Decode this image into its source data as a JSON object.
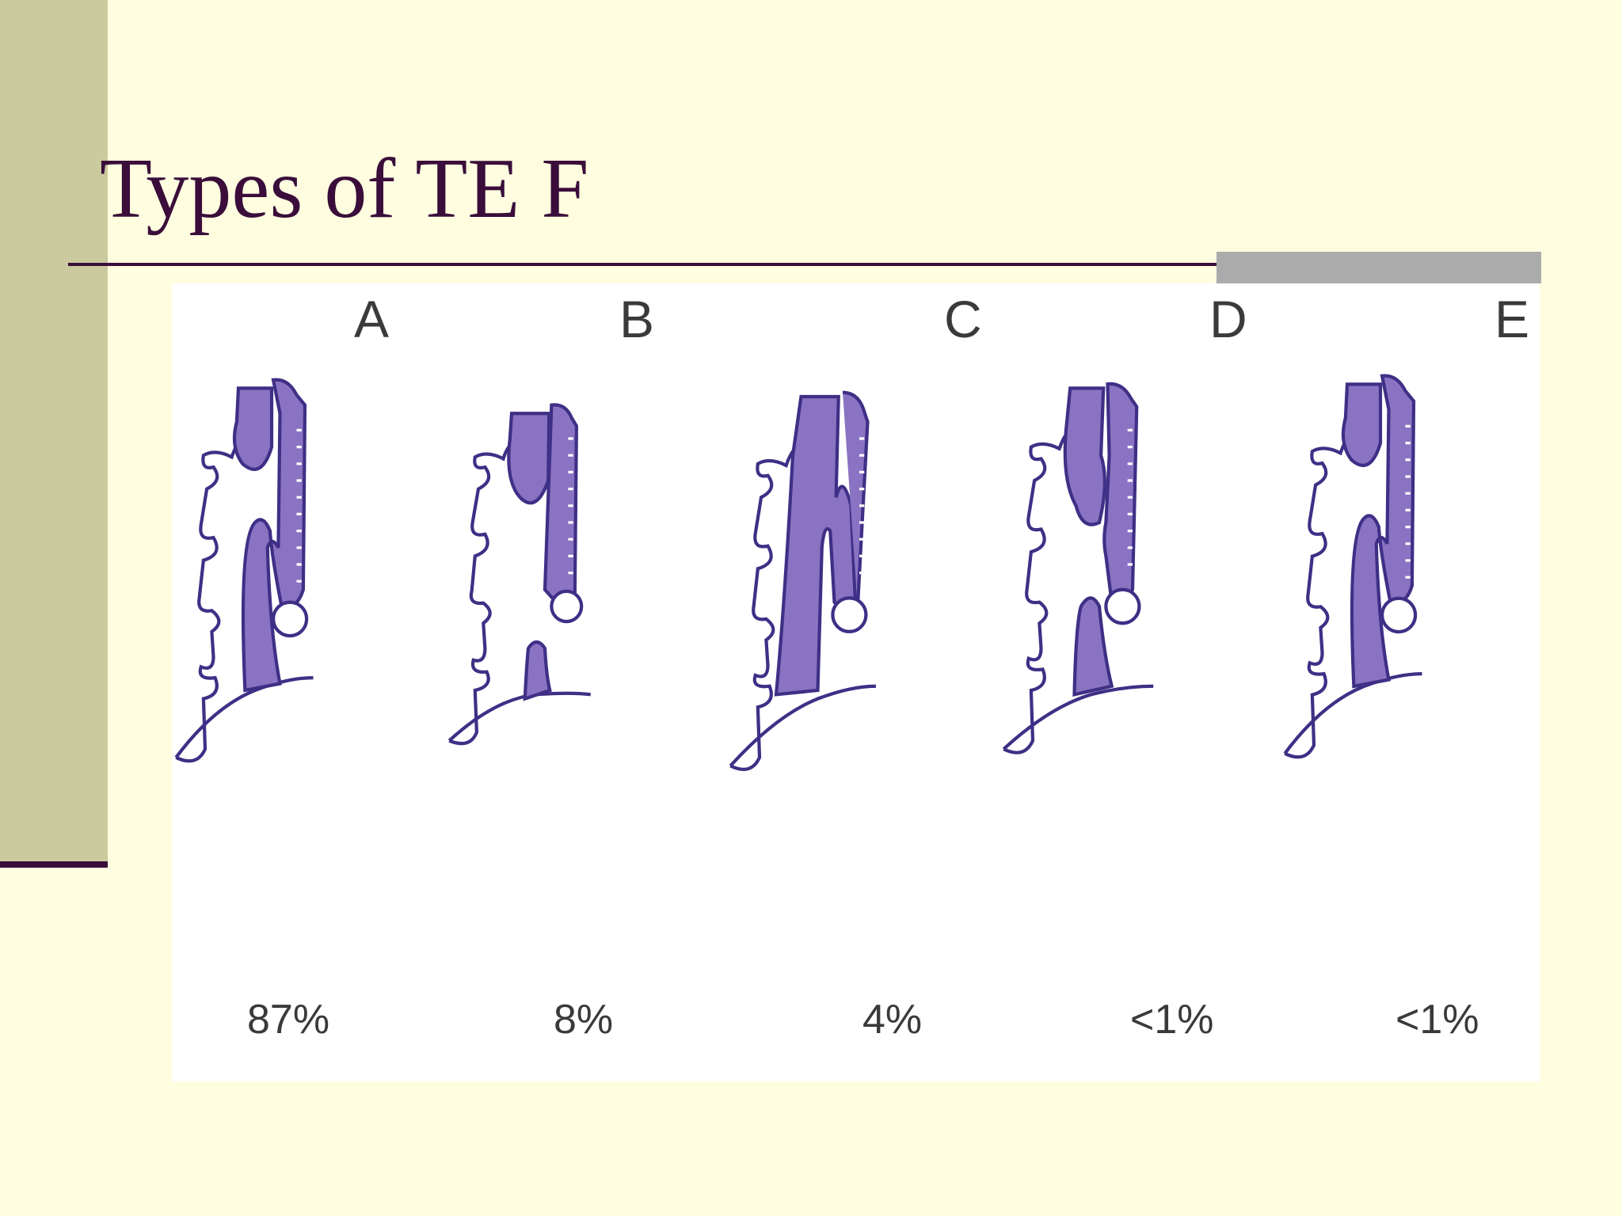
{
  "slide": {
    "title": "Types of TE F"
  },
  "diagram": {
    "panels": [
      {
        "letter": "A",
        "percent": "87%"
      },
      {
        "letter": "B",
        "percent": "8%"
      },
      {
        "letter": "C",
        "percent": "4%"
      },
      {
        "letter": "D",
        "percent": "<1%"
      },
      {
        "letter": "E",
        "percent": "<1%"
      }
    ],
    "colors": {
      "fill": "#8A73C2",
      "stroke": "#3F2F86",
      "background": "#FEFDE0",
      "accent_bar": "#CACA9E",
      "title": "#3A0D3A",
      "rule_tab": "#ABABAB"
    }
  }
}
